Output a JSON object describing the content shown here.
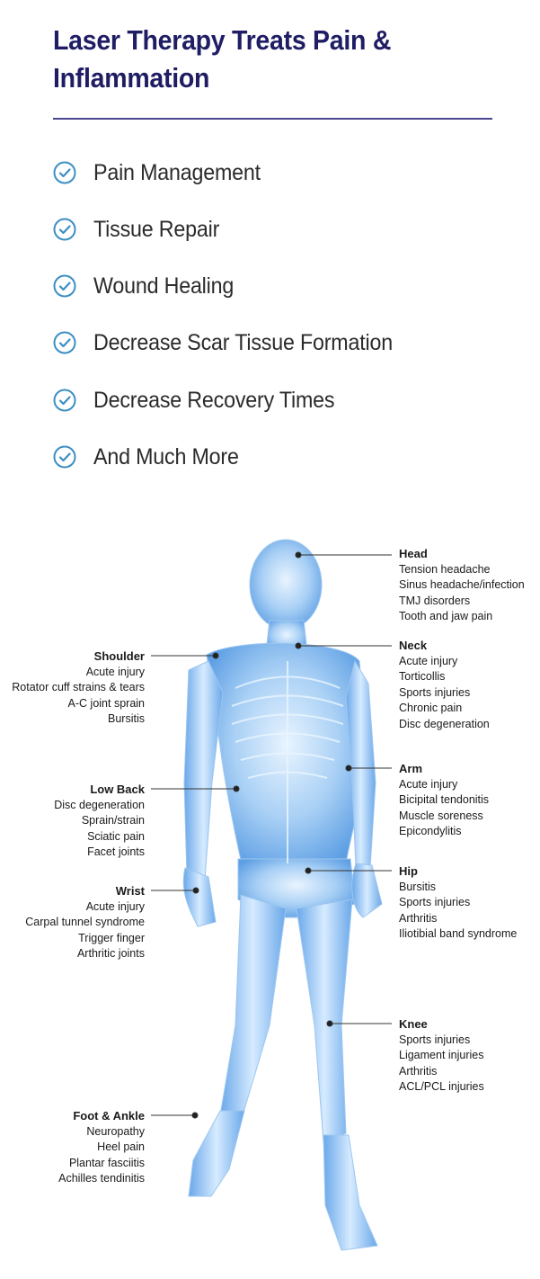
{
  "title": "Laser Therapy Treats Pain & Inflammation",
  "accent_color": "#1f1d63",
  "check_color": "#3b8fc4",
  "benefits": [
    {
      "label": "Pain Management",
      "icon": "check-circle-icon"
    },
    {
      "label": "Tissue Repair",
      "icon": "check-circle-icon"
    },
    {
      "label": "Wound Healing",
      "icon": "check-circle-icon"
    },
    {
      "label": "Decrease Scar Tissue Formation",
      "icon": "check-circle-icon"
    },
    {
      "label": "Decrease Recovery Times",
      "icon": "check-circle-icon"
    },
    {
      "label": "And Much More",
      "icon": "check-circle-icon"
    }
  ],
  "regions": {
    "head": {
      "title": "Head",
      "items": [
        "Tension headache",
        "Sinus headache/infection",
        "TMJ disorders",
        "Tooth and jaw pain"
      ]
    },
    "neck": {
      "title": "Neck",
      "items": [
        "Acute injury",
        "Torticollis",
        "Sports injuries",
        "Chronic pain",
        "Disc degeneration"
      ]
    },
    "arm": {
      "title": "Arm",
      "items": [
        "Acute injury",
        "Bicipital tendonitis",
        "Muscle soreness",
        "Epicondylitis"
      ]
    },
    "hip": {
      "title": "Hip",
      "items": [
        "Bursitis",
        "Sports injuries",
        "Arthritis",
        "Iliotibial band syndrome"
      ]
    },
    "knee": {
      "title": "Knee",
      "items": [
        "Sports injuries",
        "Ligament injuries",
        "Arthritis",
        "ACL/PCL injuries"
      ]
    },
    "shoulder": {
      "title": "Shoulder",
      "items": [
        "Acute injury",
        "Rotator cuff strains & tears",
        "A-C joint sprain",
        "Bursitis"
      ]
    },
    "low_back": {
      "title": "Low Back",
      "items": [
        "Disc degeneration",
        "Sprain/strain",
        "Sciatic pain",
        "Facet joints"
      ]
    },
    "wrist": {
      "title": "Wrist",
      "items": [
        "Acute injury",
        "Carpal tunnel syndrome",
        "Trigger finger",
        "Arthritic joints"
      ]
    },
    "foot_ankle": {
      "title": "Foot & Ankle",
      "items": [
        "Neuropathy",
        "Heel pain",
        "Plantar fasciitis",
        "Achilles tendinitis"
      ]
    }
  }
}
